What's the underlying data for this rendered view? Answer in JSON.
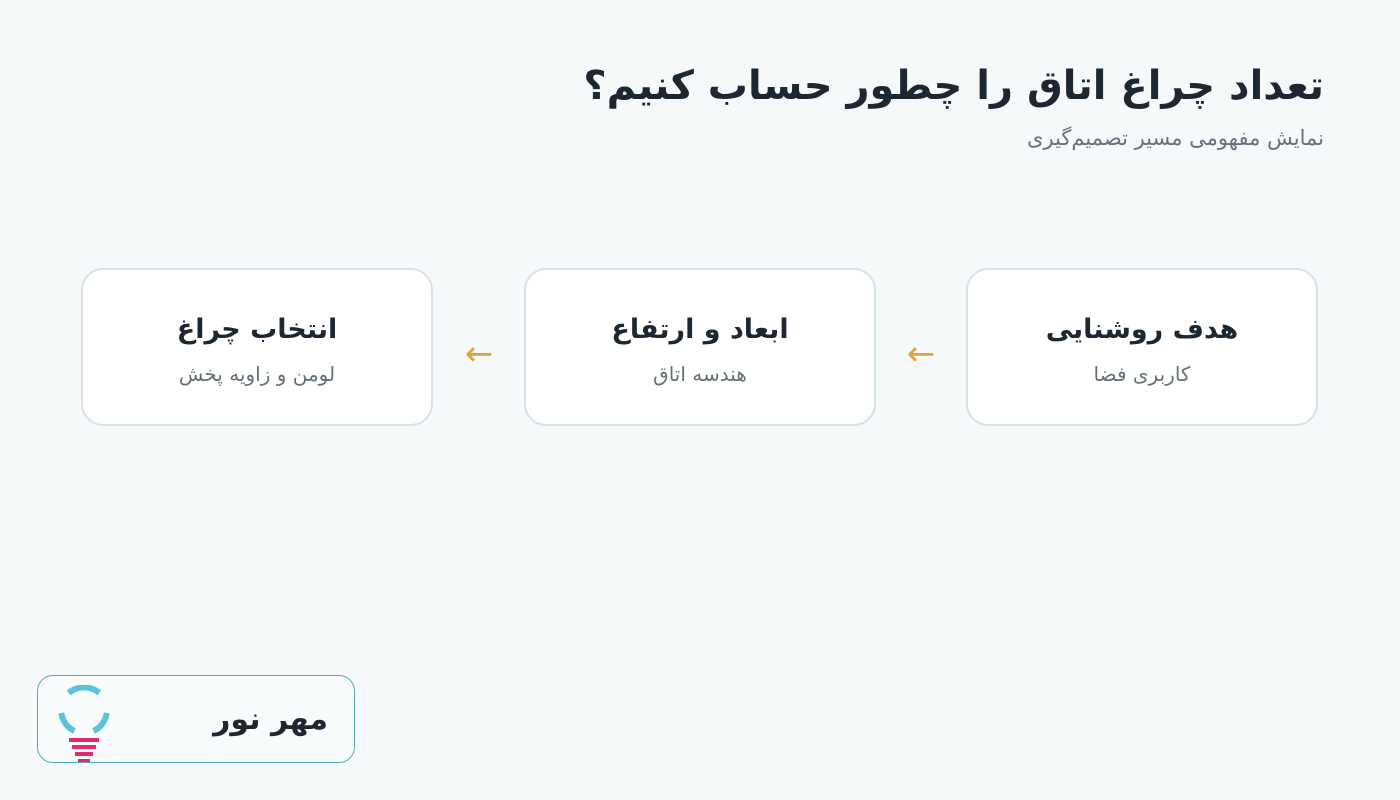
{
  "header": {
    "title": "تعداد چراغ اتاق را چطور حساب کنیم؟",
    "subtitle": "نمایش مفهومی مسیر تصمیم‌گیری"
  },
  "steps": [
    {
      "title": "هدف روشنایی",
      "subtitle": "کاربری فضا"
    },
    {
      "title": "ابعاد و ارتفاع",
      "subtitle": "هندسه اتاق"
    },
    {
      "title": "انتخاب چراغ",
      "subtitle": "لومن و زاویه پخش"
    }
  ],
  "arrows": [
    "←",
    "←"
  ],
  "brand": {
    "name": "مهر نور",
    "logo_icon": "lightbulb-icon"
  },
  "colors": {
    "background": "#f6f9fa",
    "card_border": "#d8e1e6",
    "arrow": "#e2a23a",
    "brand_border": "#5aaab8",
    "logo_arc": "#5bc3d8",
    "logo_base": "#e02a6b",
    "title_text": "#1d2731",
    "muted_text": "#66717c"
  }
}
